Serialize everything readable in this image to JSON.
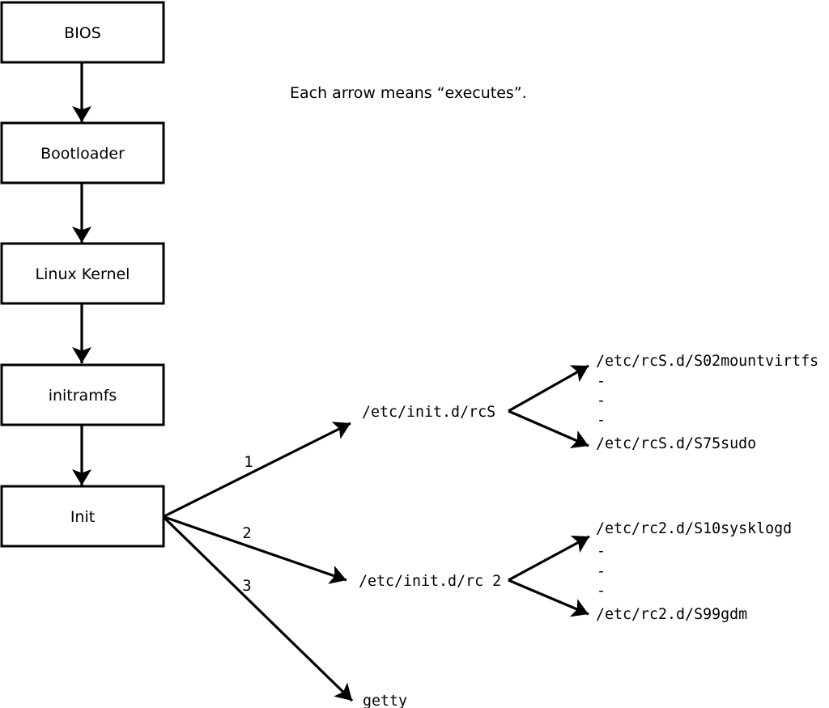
{
  "colors": {
    "ink": "#000000",
    "paper": "#ffffff"
  },
  "note": "Each arrow means “executes”.",
  "chain": [
    {
      "label": "BIOS"
    },
    {
      "label": "Bootloader"
    },
    {
      "label": "Linux Kernel"
    },
    {
      "label": "initramfs"
    },
    {
      "label": "Init"
    }
  ],
  "branches": [
    {
      "number": "1",
      "target": "/etc/init.d/rcS"
    },
    {
      "number": "2",
      "target": "/etc/init.d/rc 2"
    },
    {
      "number": "3",
      "target": "getty"
    }
  ],
  "rcs_scripts": {
    "first": "/etc/rcS.d/S02mountvirtfs",
    "dots": [
      "-",
      "-",
      "-"
    ],
    "last": "/etc/rcS.d/S75sudo"
  },
  "rc2_scripts": {
    "first": "/etc/rc2.d/S10sysklogd",
    "dots": [
      "-",
      "-",
      "-"
    ],
    "last": "/etc/rc2.d/S99gdm"
  }
}
